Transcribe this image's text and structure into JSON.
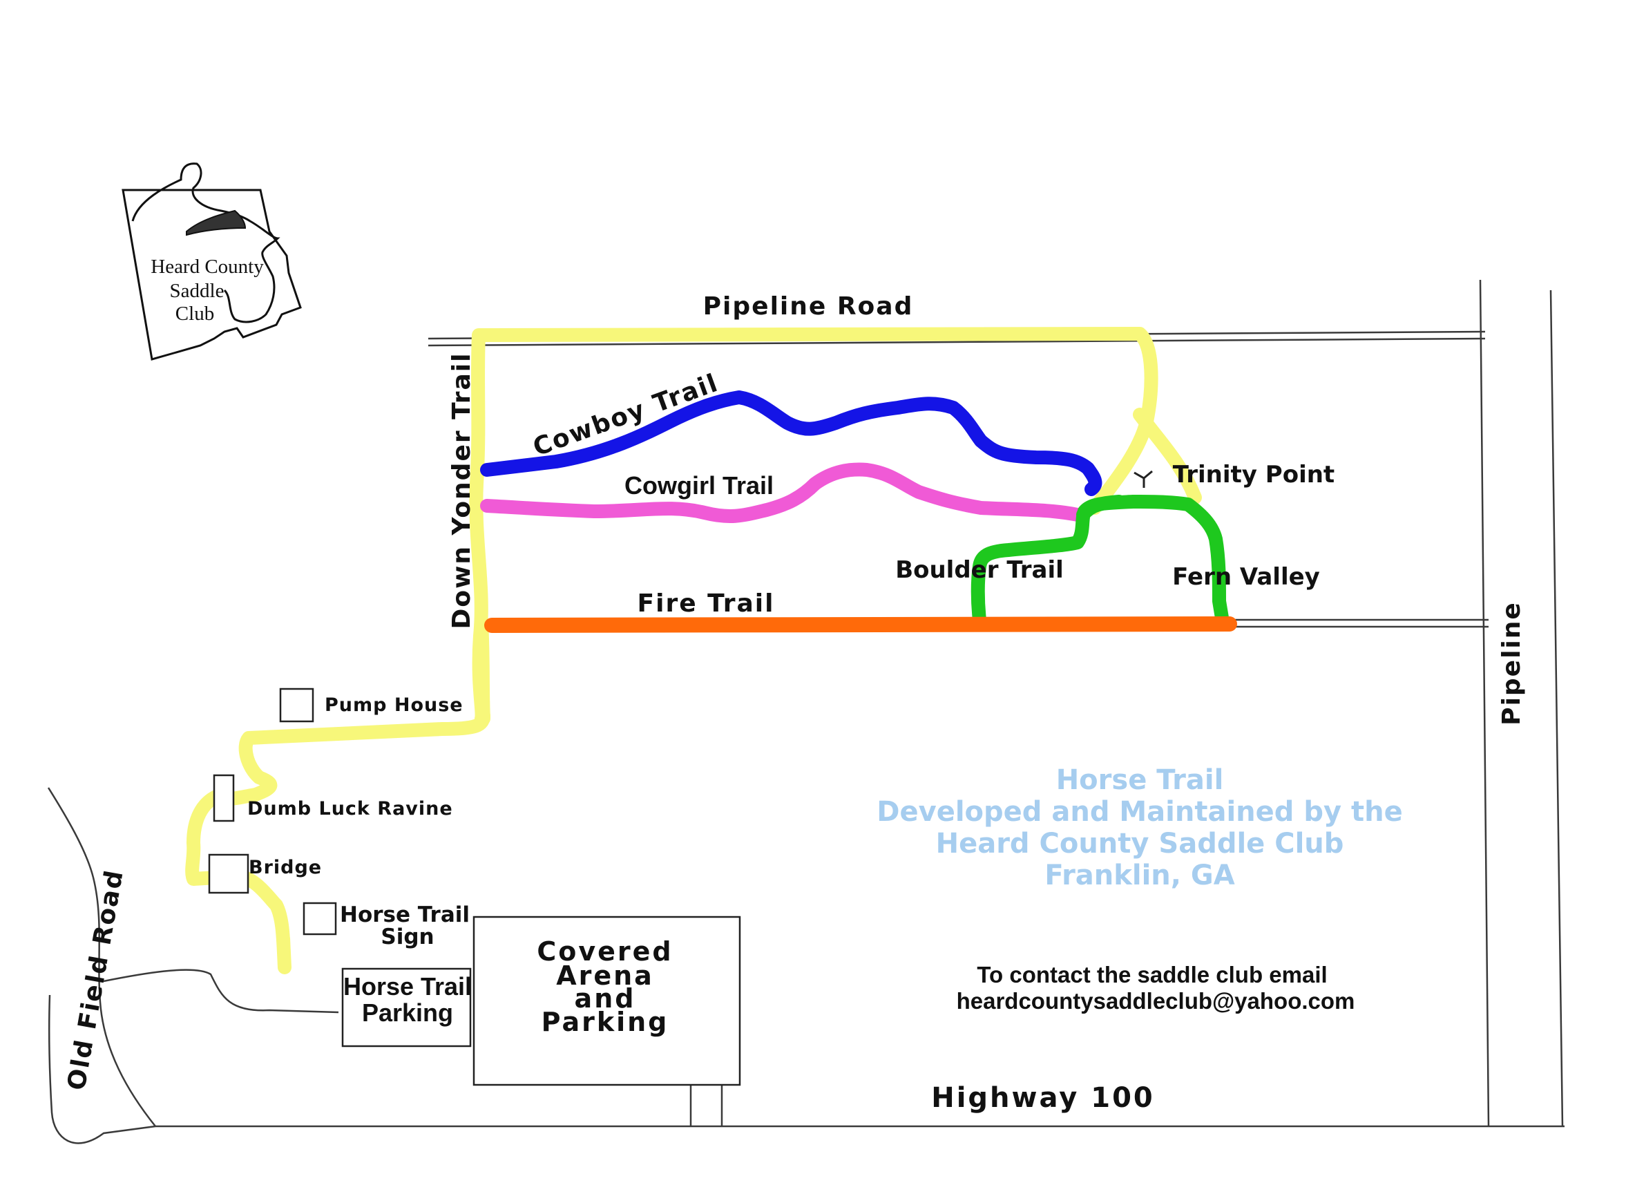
{
  "logo": {
    "line1": "Heard County",
    "line2": "Saddle",
    "line3": "Club"
  },
  "roads": {
    "pipeline_road": "Pipeline Road",
    "pipeline": "Pipeline",
    "old_field_road": "Old Field Road",
    "highway": "Highway  100"
  },
  "trails": {
    "down_yonder": "Down Yonder Trail",
    "cowboy": "Cowboy Trail",
    "cowgirl": "Cowgirl Trail",
    "fire": "Fire Trail",
    "boulder": "Boulder Trail",
    "fern_valley": "Fern Valley",
    "trinity_point": "Trinity Point"
  },
  "landmarks": {
    "pump_house": "Pump House",
    "dumb_luck_ravine": "Dumb Luck Ravine",
    "bridge": "Bridge",
    "horse_trail_sign_1": "Horse Trail",
    "horse_trail_sign_2": "Sign",
    "parking_1": "Horse Trail",
    "parking_2": "Parking",
    "arena_1": "Covered",
    "arena_2": "Arena",
    "arena_3": "and",
    "arena_4": "Parking"
  },
  "info": {
    "line1": "Horse Trail",
    "line2": "Developed and Maintained by the",
    "line3": "Heard County Saddle Club",
    "line4": "Franklin, GA"
  },
  "contact": {
    "line1": "To contact the saddle club email",
    "line2": "heardcountysaddleclub@yahoo.com"
  },
  "colors": {
    "down_yonder_trail": "#f7f77a",
    "cowboy_trail": "#1414e6",
    "cowgirl_trail": "#f05ad6",
    "fire_trail": "#ff6a0a",
    "boulder_fern_trail": "#1ec81e",
    "info_text": "#a6cdef"
  }
}
